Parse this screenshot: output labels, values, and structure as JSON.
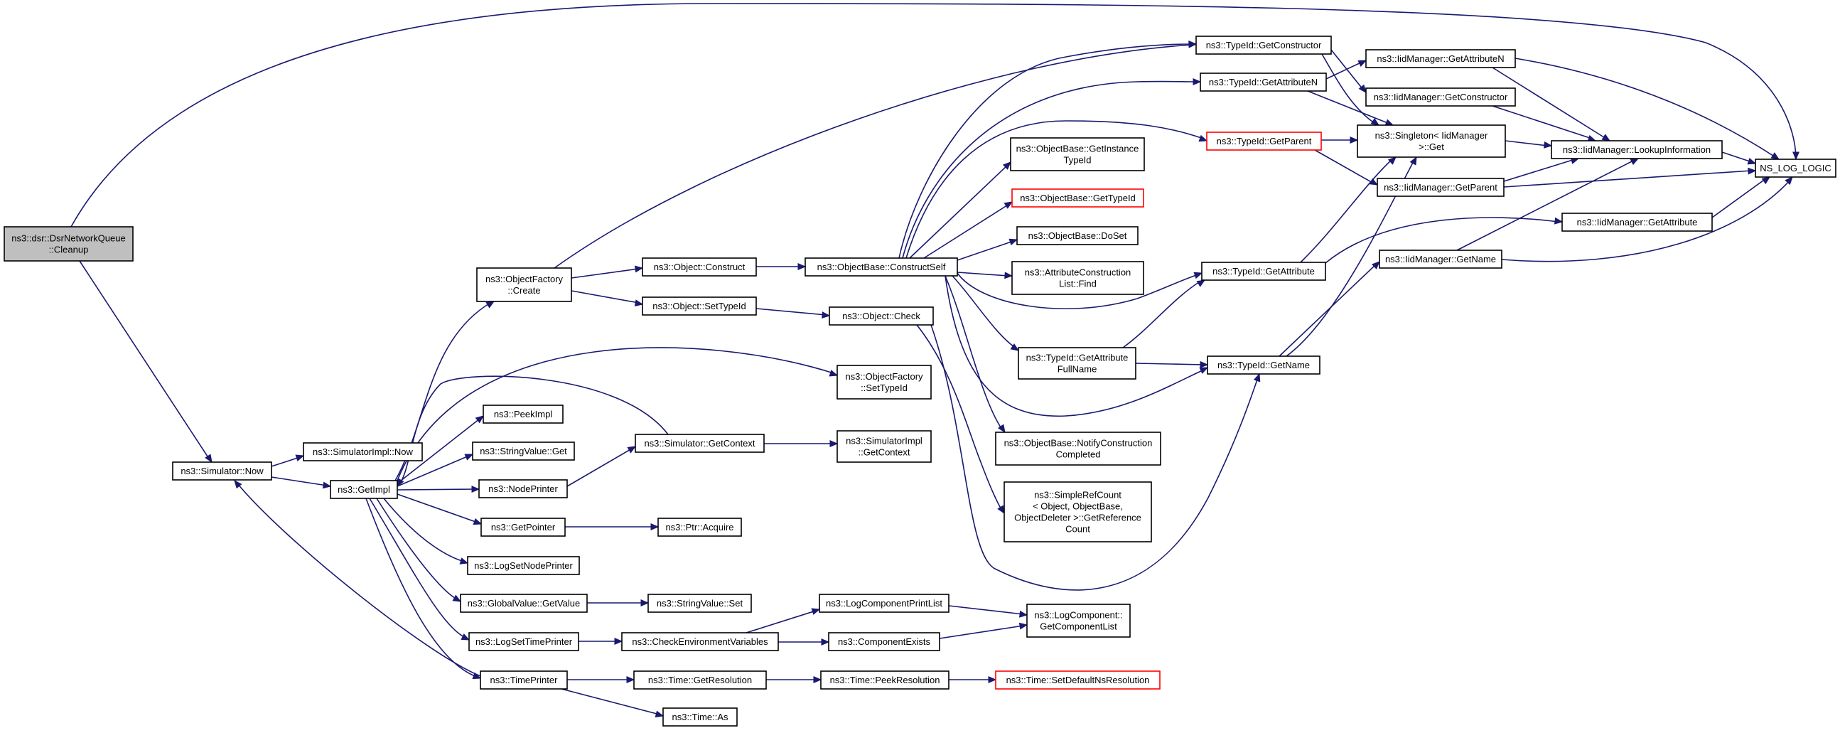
{
  "colors": {
    "edge": "#191970",
    "root_fill": "#bfbfbf",
    "node_border": "#000000",
    "truncated_border": "#ff0000"
  },
  "nodes": [
    {
      "id": "root",
      "lines": [
        "ns3::dsr::DsrNetworkQueue",
        "::Cleanup"
      ],
      "style": "root"
    },
    {
      "id": "simnow",
      "lines": [
        "ns3::Simulator::Now"
      ]
    },
    {
      "id": "simimplnow",
      "lines": [
        "ns3::SimulatorImpl::Now"
      ]
    },
    {
      "id": "getimpl",
      "lines": [
        "ns3::GetImpl"
      ]
    },
    {
      "id": "objfactcreate",
      "lines": [
        "ns3::ObjectFactory",
        "::Create"
      ]
    },
    {
      "id": "peekimpl",
      "lines": [
        "ns3::PeekImpl"
      ]
    },
    {
      "id": "strvalget",
      "lines": [
        "ns3::StringValue::Get"
      ]
    },
    {
      "id": "nodeprinter",
      "lines": [
        "ns3::NodePrinter"
      ]
    },
    {
      "id": "getpointer",
      "lines": [
        "ns3::GetPointer"
      ]
    },
    {
      "id": "logsetnode",
      "lines": [
        "ns3::LogSetNodePrinter"
      ]
    },
    {
      "id": "globalval",
      "lines": [
        "ns3::GlobalValue::GetValue"
      ]
    },
    {
      "id": "logsettime",
      "lines": [
        "ns3::LogSetTimePrinter"
      ]
    },
    {
      "id": "timeprinter",
      "lines": [
        "ns3::TimePrinter"
      ]
    },
    {
      "id": "objconstruct",
      "lines": [
        "ns3::Object::Construct"
      ]
    },
    {
      "id": "objsettypeid",
      "lines": [
        "ns3::Object::SetTypeId"
      ]
    },
    {
      "id": "simgetctx",
      "lines": [
        "ns3::Simulator::GetContext"
      ]
    },
    {
      "id": "ptracquire",
      "lines": [
        "ns3::Ptr::Acquire"
      ]
    },
    {
      "id": "strvalset",
      "lines": [
        "ns3::StringValue::Set"
      ]
    },
    {
      "id": "checkenv",
      "lines": [
        "ns3::CheckEnvironmentVariables"
      ]
    },
    {
      "id": "timegetres",
      "lines": [
        "ns3::Time::GetResolution"
      ]
    },
    {
      "id": "timeas",
      "lines": [
        "ns3::Time::As"
      ]
    },
    {
      "id": "objbaseconstructself",
      "lines": [
        "ns3::ObjectBase::ConstructSelf"
      ]
    },
    {
      "id": "objcheck",
      "lines": [
        "ns3::Object::Check"
      ]
    },
    {
      "id": "objfactsettypeid",
      "lines": [
        "ns3::ObjectFactory",
        "::SetTypeId"
      ]
    },
    {
      "id": "simimplgetctx",
      "lines": [
        "ns3::SimulatorImpl",
        "::GetContext"
      ]
    },
    {
      "id": "logcompprintlist",
      "lines": [
        "ns3::LogComponentPrintList"
      ]
    },
    {
      "id": "compexists",
      "lines": [
        "ns3::ComponentExists"
      ]
    },
    {
      "id": "timepeekres",
      "lines": [
        "ns3::Time::PeekResolution"
      ]
    },
    {
      "id": "objbasegetinstance",
      "lines": [
        "ns3::ObjectBase::GetInstance",
        "TypeId"
      ]
    },
    {
      "id": "objbasegettypeid",
      "lines": [
        "ns3::ObjectBase::GetTypeId"
      ],
      "style": "red"
    },
    {
      "id": "objbasedoset",
      "lines": [
        "ns3::ObjectBase::DoSet"
      ]
    },
    {
      "id": "attrconstructfind",
      "lines": [
        "ns3::AttributeConstruction",
        "List::Find"
      ]
    },
    {
      "id": "typeidgetattrfullname",
      "lines": [
        "ns3::TypeId::GetAttribute",
        "FullName"
      ]
    },
    {
      "id": "objbasenotify",
      "lines": [
        "ns3::ObjectBase::NotifyConstruction",
        "Completed"
      ]
    },
    {
      "id": "simplerefcount",
      "lines": [
        "ns3::SimpleRefCount",
        "< Object, ObjectBase,",
        "ObjectDeleter >::GetReference",
        "Count"
      ]
    },
    {
      "id": "logcompgetlist",
      "lines": [
        "ns3::LogComponent::",
        "GetComponentList"
      ]
    },
    {
      "id": "timesetdefault",
      "lines": [
        "ns3::Time::SetDefaultNsResolution"
      ],
      "style": "red"
    },
    {
      "id": "typeidgetconstructor",
      "lines": [
        "ns3::TypeId::GetConstructor"
      ]
    },
    {
      "id": "typeidgetattrn",
      "lines": [
        "ns3::TypeId::GetAttributeN"
      ]
    },
    {
      "id": "typeidgetparent",
      "lines": [
        "ns3::TypeId::GetParent"
      ],
      "style": "red"
    },
    {
      "id": "typeidgetattr",
      "lines": [
        "ns3::TypeId::GetAttribute"
      ]
    },
    {
      "id": "typeidgetname",
      "lines": [
        "ns3::TypeId::GetName"
      ]
    },
    {
      "id": "singletonget",
      "lines": [
        "ns3::Singleton< IidManager",
        " >::Get"
      ]
    },
    {
      "id": "iidgetattrn",
      "lines": [
        "ns3::IidManager::GetAttributeN"
      ]
    },
    {
      "id": "iidgetconstructor",
      "lines": [
        "ns3::IidManager::GetConstructor"
      ]
    },
    {
      "id": "iidgetparent",
      "lines": [
        "ns3::IidManager::GetParent"
      ]
    },
    {
      "id": "iidgetname",
      "lines": [
        "ns3::IidManager::GetName"
      ]
    },
    {
      "id": "iidlookup",
      "lines": [
        "ns3::IidManager::LookupInformation"
      ]
    },
    {
      "id": "iidgetattr",
      "lines": [
        "ns3::IidManager::GetAttribute"
      ]
    },
    {
      "id": "nsloglogic",
      "lines": [
        "NS_LOG_LOGIC"
      ]
    }
  ]
}
